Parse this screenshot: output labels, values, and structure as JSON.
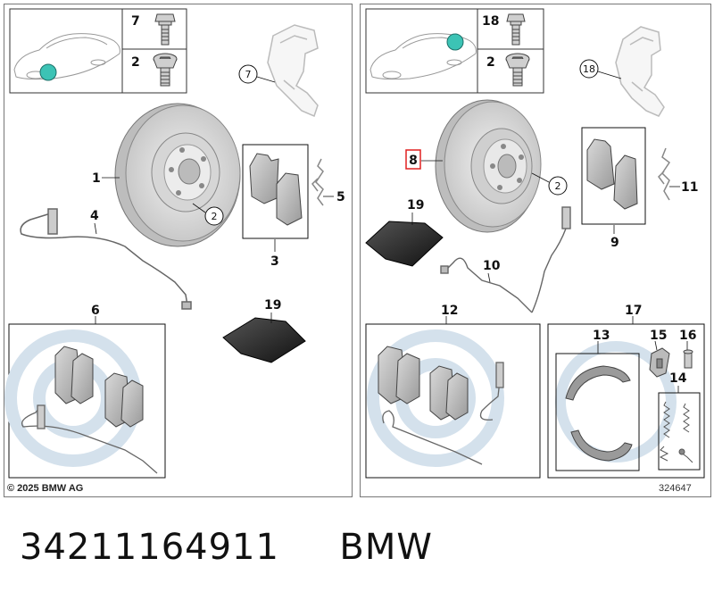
{
  "footer": {
    "copyright": "© 2025 BMW AG",
    "diagram_id": "324647"
  },
  "caption": {
    "part_number": "34211164911",
    "brand": "BMW"
  },
  "colors": {
    "highlight_dot": "#3cc3b5",
    "selected_box": "#e02020",
    "line": "#333333",
    "part_fill": "#d0d0d0",
    "watermark": "#c5d6e6"
  },
  "left_panel": {
    "legend_labels": [
      "7",
      "2"
    ],
    "callouts": [
      "1",
      "2",
      "3",
      "4",
      "5",
      "6",
      "7",
      "19"
    ]
  },
  "right_panel": {
    "legend_labels": [
      "18",
      "2"
    ],
    "callouts": [
      "2",
      "8",
      "9",
      "10",
      "11",
      "12",
      "13",
      "14",
      "15",
      "16",
      "17",
      "18",
      "19"
    ],
    "selected_callout": "8"
  }
}
